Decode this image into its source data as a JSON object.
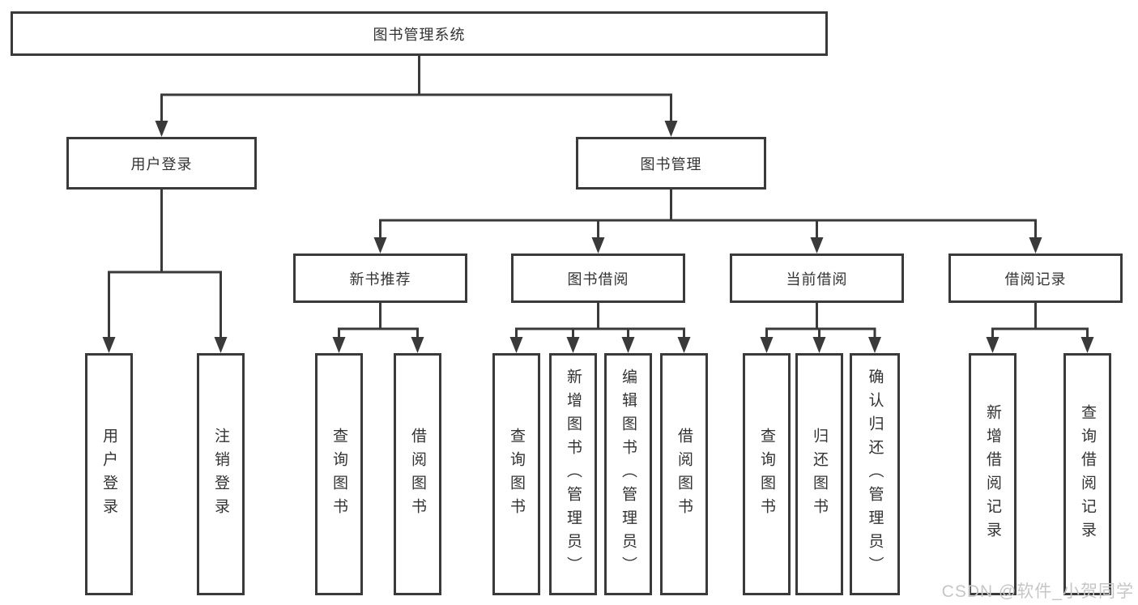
{
  "diagram": {
    "root": "图书管理系统",
    "user": {
      "label": "用户登录",
      "children": [
        "用户登录",
        "注销登录"
      ]
    },
    "book": {
      "label": "图书管理"
    },
    "book_sections": [
      {
        "label": "新书推荐",
        "children": [
          "查询图书",
          "借阅图书"
        ]
      },
      {
        "label": "图书借阅",
        "children": [
          "查询图书",
          "新增图书（管理员）",
          "编辑图书（管理员）",
          "借阅图书"
        ]
      },
      {
        "label": "当前借阅",
        "children": [
          "查询图书",
          "归还图书",
          "确认归还（管理员）"
        ]
      },
      {
        "label": "借阅记录",
        "children": [
          "新增借阅记录",
          "查询借阅记录"
        ]
      }
    ]
  },
  "watermark": {
    "text": "CSDN @软件_小贺同学"
  },
  "colors": {
    "line": "#3a3a3a",
    "text": "#333333",
    "box_background": "#ffffff",
    "watermark": "#c6c6c6"
  }
}
